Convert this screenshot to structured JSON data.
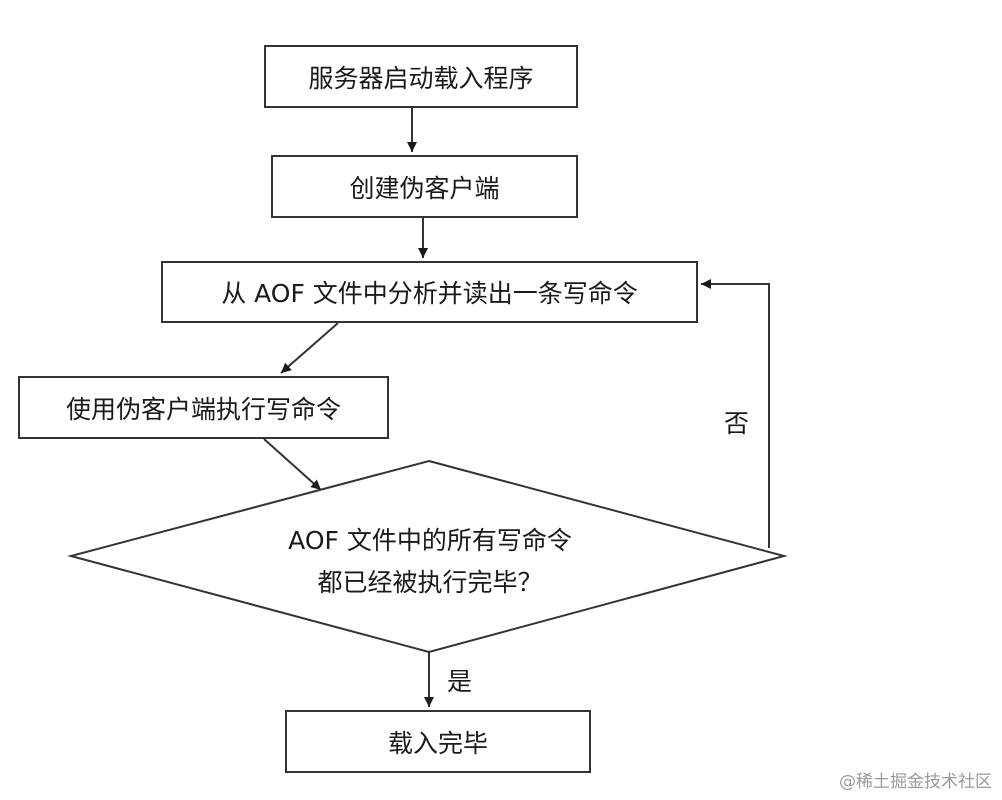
{
  "diagram": {
    "steps": {
      "start": "服务器启动载入程序",
      "create_client": "创建伪客户端",
      "read_command": "从 AOF 文件中分析并读出一条写命令",
      "execute_command": "使用伪客户端执行写命令",
      "end": "载入完毕"
    },
    "decision": {
      "line1": "AOF 文件中的所有写命令",
      "line2": "都已经被执行完毕？"
    },
    "edge_labels": {
      "no": "否",
      "yes": "是"
    }
  },
  "watermark": "@稀土掘金技术社区",
  "colors": {
    "stroke": "#333333",
    "text": "#1a1a1a",
    "watermark": "#9a9a9a"
  }
}
